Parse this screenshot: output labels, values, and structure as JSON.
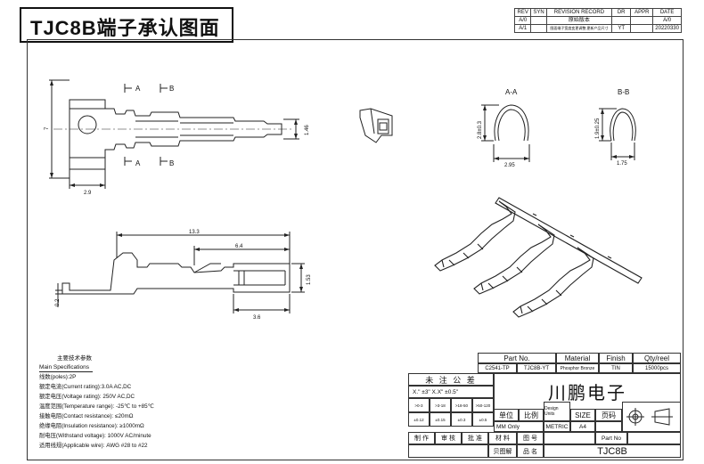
{
  "title": "TJC8B端子承认图面",
  "revision_table": {
    "headers": [
      "REV",
      "SYN",
      "REVISION RECORD",
      "DR",
      "APPR",
      "DATE"
    ],
    "rows": [
      [
        "A/0",
        "",
        "原始版本",
        "",
        "",
        "A/0"
      ],
      [
        "A/1",
        "",
        "图面端子宽度变更调整,更新产品尺寸",
        "YT",
        "",
        "20220330"
      ]
    ]
  },
  "views": {
    "section_a": "A",
    "section_b": "B",
    "section_aa": "A-A",
    "section_bb": "B-B"
  },
  "dimensions": {
    "height_7": "7",
    "width_29": "2.9",
    "height_146": "1.46",
    "len_133": "13.3",
    "len_64": "6.4",
    "height_153": "1.53",
    "height_02": "0.2",
    "len_36": "3.6",
    "aa_height": "2.8±0.3",
    "aa_width": "2.95",
    "bb_height": "1.9±0.25",
    "bb_width": "1.75"
  },
  "specs": {
    "heading_cn": "主要技术参数",
    "heading_en": "Main Specifications",
    "lines": [
      "线数(poles):2P",
      "额定电流(Current rating):3.0A AC,DC",
      "额定电压(Voltage rating): 250V AC,DC",
      "温度范围(Temperature range): -25℃ to +85℃",
      "接触电阻(Contact resistance): ≤20mΩ",
      "绝缘电阻(Insulation resistance): ≥1000mΩ",
      "耐电压(Withstand voltage): 1000V AC/minute",
      "适用线规(Applicable wire): AWG #28 to #22"
    ]
  },
  "title_block": {
    "part_no_label": "Part No.",
    "material_label": "Material",
    "finish_label": "Finish",
    "qty_label": "Qty/reel",
    "part_no_1": "C2541-TP",
    "part_no_2": "TJC8B-YT",
    "material": "Phosphor Bronze",
    "finish": "TIN",
    "qty": "15000pcs",
    "tolerance_label": "未 注 公 差",
    "tolerance_value": "X.\" ±3\"  X.X\" ±0.5\"",
    "tol_ranges": [
      ">0-3",
      ">3-18",
      ">18-50",
      ">50-120"
    ],
    "tol_values": [
      "±0.12",
      "±0.15",
      "±0.3",
      "±0.5"
    ],
    "unit_label": "单位",
    "scale_label": "比例",
    "design_units_label": "Design Units",
    "size_label": "SIZE",
    "page_label": "页码",
    "unit_value": "MM Only",
    "scale_value": "METRIC",
    "size_value": "A4",
    "company": "川鹏电子",
    "role_labels": [
      "制 作",
      "审 核",
      "批 准",
      "材 料",
      "图 号"
    ],
    "part_no_cell": "Part No",
    "name_label_1": "贝图解",
    "name_label_2": "品 名",
    "product_name": "TJC8B"
  }
}
